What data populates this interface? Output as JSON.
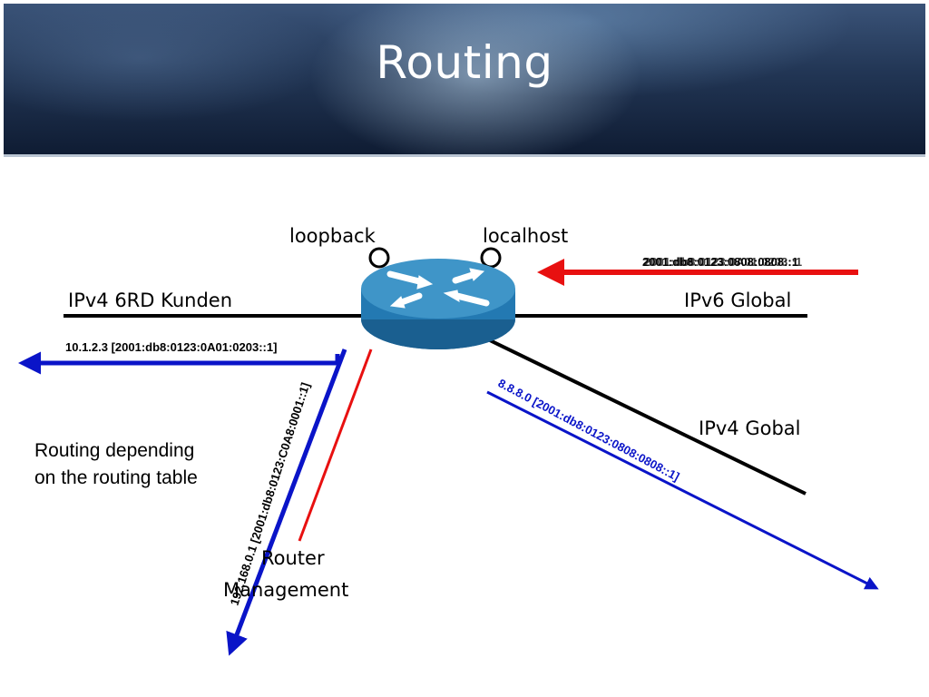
{
  "slide": {
    "title": "Routing"
  },
  "labels": {
    "loopback": "loopback",
    "localhost": "localhost",
    "ipv4_6rd": "IPv4 6RD Kunden",
    "ipv6_global": "IPv6 Global",
    "ipv4_global": "IPv4 Gobal",
    "router_mgmt_line1": "Router",
    "router_mgmt_line2": "Management"
  },
  "addresses": {
    "kunden": "10.1.2.3 [2001:db8:0123:0A01:0203::1]",
    "management": "192.168.0.1 [2001:db8:0123:C0A8:0001::1]",
    "global_v4": "8.8.8.0 [2001:db8:0123:0808:0808::1]",
    "global_v6_a": "2001:db8:0123:0808:0808::1",
    "global_v6_b": "2001:db8:0123:0A01:0203::1"
  },
  "note": {
    "line1": "Routing depending",
    "line2": "on the routing table"
  },
  "colors": {
    "blue_arrow": "#0a14c8",
    "red_arrow": "#e81010",
    "router_top": "#3f95c8",
    "router_side": "#1f6fa6"
  }
}
